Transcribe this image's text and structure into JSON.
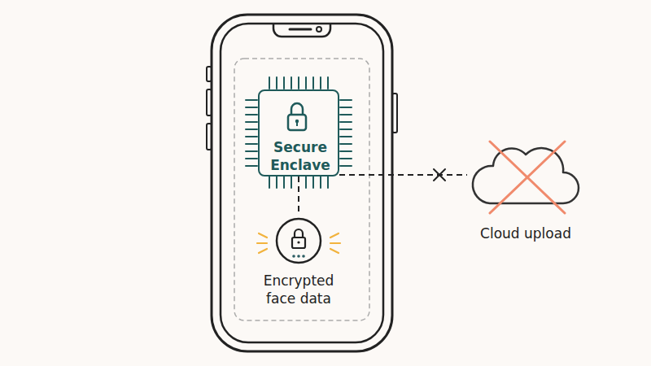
{
  "diagram": {
    "nodes": [
      {
        "text": [
          "Secure Enclave"
        ]
      },
      {
        "text": [
          "Encrypted face data"
        ]
      },
      {
        "text": [
          "Cloud upload"
        ]
      }
    ],
    "edges": [
      {
        "from": 0,
        "to": 1,
        "arrow": "none"
      },
      {
        "from": 0,
        "to": 2,
        "arrow": "none"
      }
    ]
  }
}
